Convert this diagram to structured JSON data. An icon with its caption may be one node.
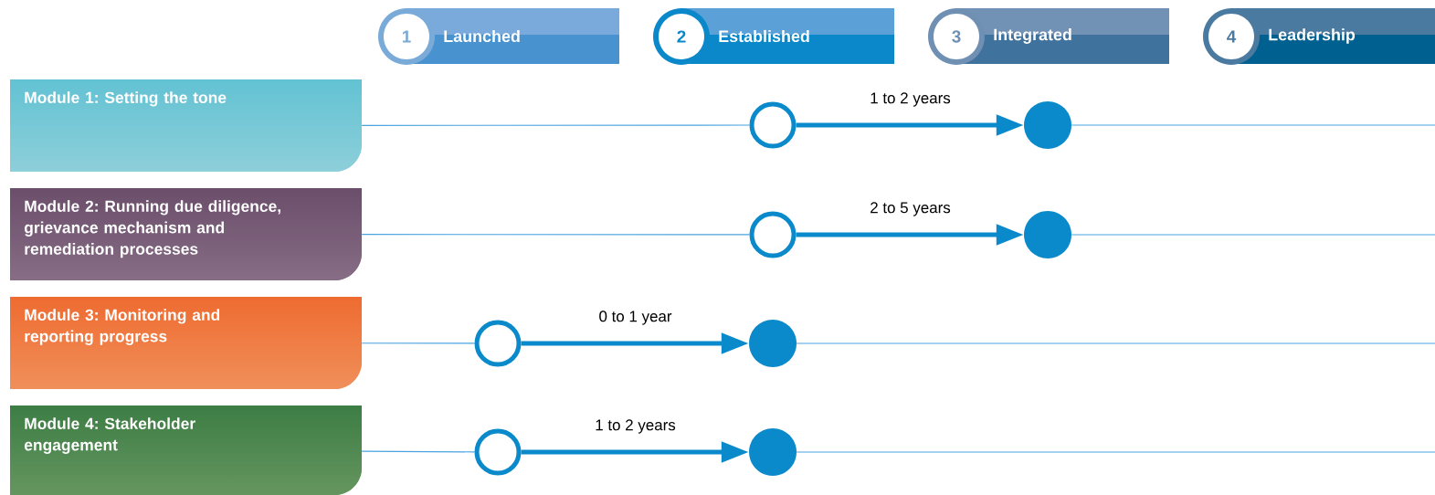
{
  "diagram": {
    "nodes": [
      {
        "text": [
          "1",
          "Launched"
        ]
      },
      {
        "text": [
          "2",
          "Established"
        ]
      },
      {
        "text": [
          "3",
          "Integrated"
        ]
      },
      {
        "text": [
          "4",
          "Leadership"
        ]
      },
      {
        "text": [
          "Module 1: Setting the tone"
        ]
      },
      {
        "text": [
          "Module 2: Running due diligence, grievance mechanism and remediation processes"
        ]
      },
      {
        "text": [
          "Module 3: Monitoring and reporting progress"
        ]
      },
      {
        "text": [
          "Module 4: Stakeholder engagement"
        ]
      },
      {
        "text": [],
        "shape": "circle"
      },
      {
        "text": [],
        "shape": "circle"
      },
      {
        "text": [],
        "shape": "circle"
      },
      {
        "text": [],
        "shape": "circle"
      },
      {
        "text": [],
        "shape": "circle"
      },
      {
        "text": [],
        "shape": "circle"
      },
      {
        "text": [],
        "shape": "circle"
      },
      {
        "text": [],
        "shape": "circle"
      }
    ],
    "edges": [
      {
        "from": 8,
        "to": 9,
        "arrow": "to",
        "label": "1 to 2 years",
        "style": "thick",
        "color": "#0a8acb"
      },
      {
        "from": 10,
        "to": 11,
        "arrow": "to",
        "label": "2 to 5 years",
        "style": "thick",
        "color": "#0a8acb"
      },
      {
        "from": 12,
        "to": 13,
        "arrow": "to",
        "label": "0 to 1 year",
        "style": "thick",
        "color": "#0a8acb"
      },
      {
        "from": 14,
        "to": 15,
        "arrow": "to",
        "label": "1 to 2 years",
        "style": "thick",
        "color": "#0a8acb"
      },
      {
        "from": 4,
        "to": 8,
        "arrow": "none"
      },
      {
        "from": 5,
        "to": 10,
        "arrow": "none"
      },
      {
        "from": 6,
        "to": 12,
        "arrow": "none"
      },
      {
        "from": 7,
        "to": 14,
        "arrow": "none"
      },
      {
        "from": 9,
        "to": null,
        "arrow": "none"
      },
      {
        "from": 11,
        "to": null,
        "arrow": "none"
      },
      {
        "from": 13,
        "to": null,
        "arrow": "none"
      },
      {
        "from": 15,
        "to": null,
        "arrow": "none"
      }
    ]
  }
}
